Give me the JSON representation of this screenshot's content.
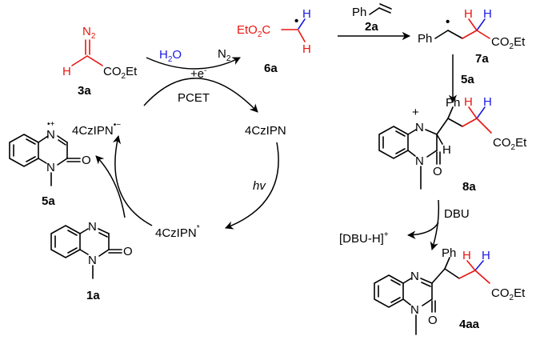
{
  "colors": {
    "red": "#e8160f",
    "blue": "#1a1ae0",
    "black": "#000000"
  },
  "labels": {
    "cmpd_3a": "3a",
    "cmpd_5a": "5a",
    "cmpd_1a": "1a",
    "cmpd_6a": "6a",
    "cmpd_2a": "2a",
    "cmpd_7a": "7a",
    "cmpd_8a": "8a",
    "cmpd_4aa": "4aa",
    "step_5a": "5a"
  },
  "atoms": {
    "N2_top": "N",
    "N2_sub": "2",
    "H": "H",
    "CO2Et_a": "CO",
    "CO2Et_b": "2",
    "CO2Et_c": "Et",
    "EtO2C_a": "EtO",
    "EtO2C_b": "2",
    "EtO2C_c": "C",
    "N": "N",
    "O": "O",
    "Ph": "Ph",
    "H2O_a": "H",
    "H2O_b": "2",
    "H2O_c": "O",
    "N2gas_a": "N",
    "N2gas_b": "2",
    "radical_dot": "•",
    "cation_plus": "+",
    "radical_cation": "•+"
  },
  "cycle": {
    "electron": "+e",
    "electron_sup": "-",
    "pcet": "PCET",
    "catalyst": "4CzIPN",
    "catalyst_anion_sup": "•−",
    "catalyst_excited_sup": "*",
    "light": "hv"
  },
  "reagents": {
    "base": "DBU",
    "byproduct": "[DBU-H]",
    "byproduct_sup": "+"
  }
}
